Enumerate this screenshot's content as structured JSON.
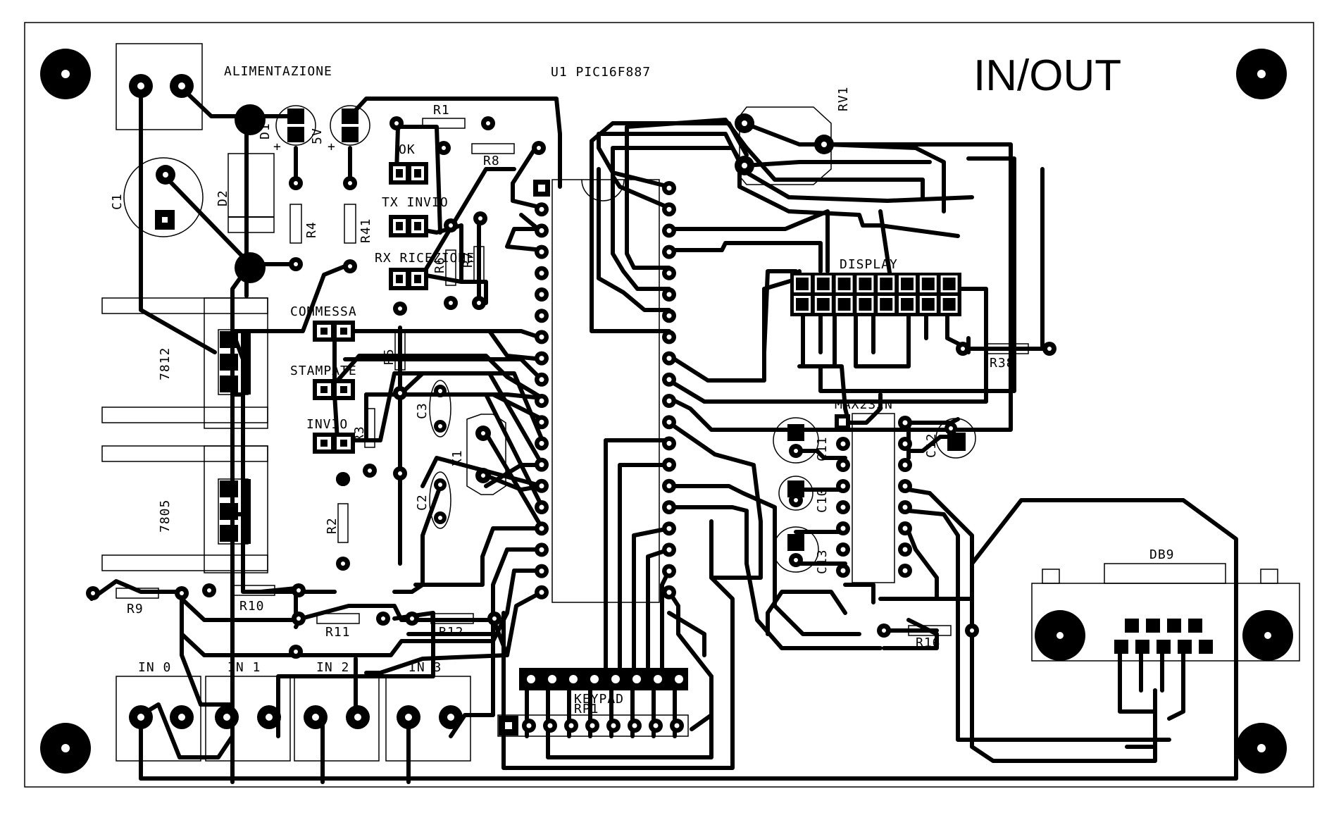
{
  "board": {
    "title": "IN/OUT",
    "mcu_label": "U1 PIC16F887",
    "power_label": "ALIMENTAZIONE"
  },
  "labels": {
    "c1": "C1",
    "d1": "D1",
    "d2": "D2",
    "five_v": "5V",
    "r4": "R4",
    "r41": "R41",
    "r1": "R1",
    "r8": "R8",
    "ok": "OK",
    "tx": "TX INVIO",
    "rx": "RX RICEZIONE",
    "r6": "R6",
    "r7": "R7",
    "commessa": "COMMESSA",
    "stampate": "STAMPATE",
    "invio": "INVIO",
    "r5": "R5",
    "r3": "R3",
    "c3": "C3",
    "c2": "C2",
    "x1": "X1",
    "r2": "R2",
    "reg1": "7812",
    "reg2": "7805",
    "r9": "R9",
    "r10": "R10",
    "r11": "R11",
    "r12": "R12",
    "in0": "IN 0",
    "in1": "IN 1",
    "in2": "IN 2",
    "in3": "IN 3",
    "keypad": "KEYPAD",
    "rp1": "RP1",
    "rv1": "RV1",
    "display": "DISPLAY",
    "r38": "R38",
    "max": "MAX232N",
    "c11": "C11",
    "c10": "C10",
    "c13": "C13",
    "c12": "C12",
    "r16": "R16",
    "db9": "DB9"
  }
}
